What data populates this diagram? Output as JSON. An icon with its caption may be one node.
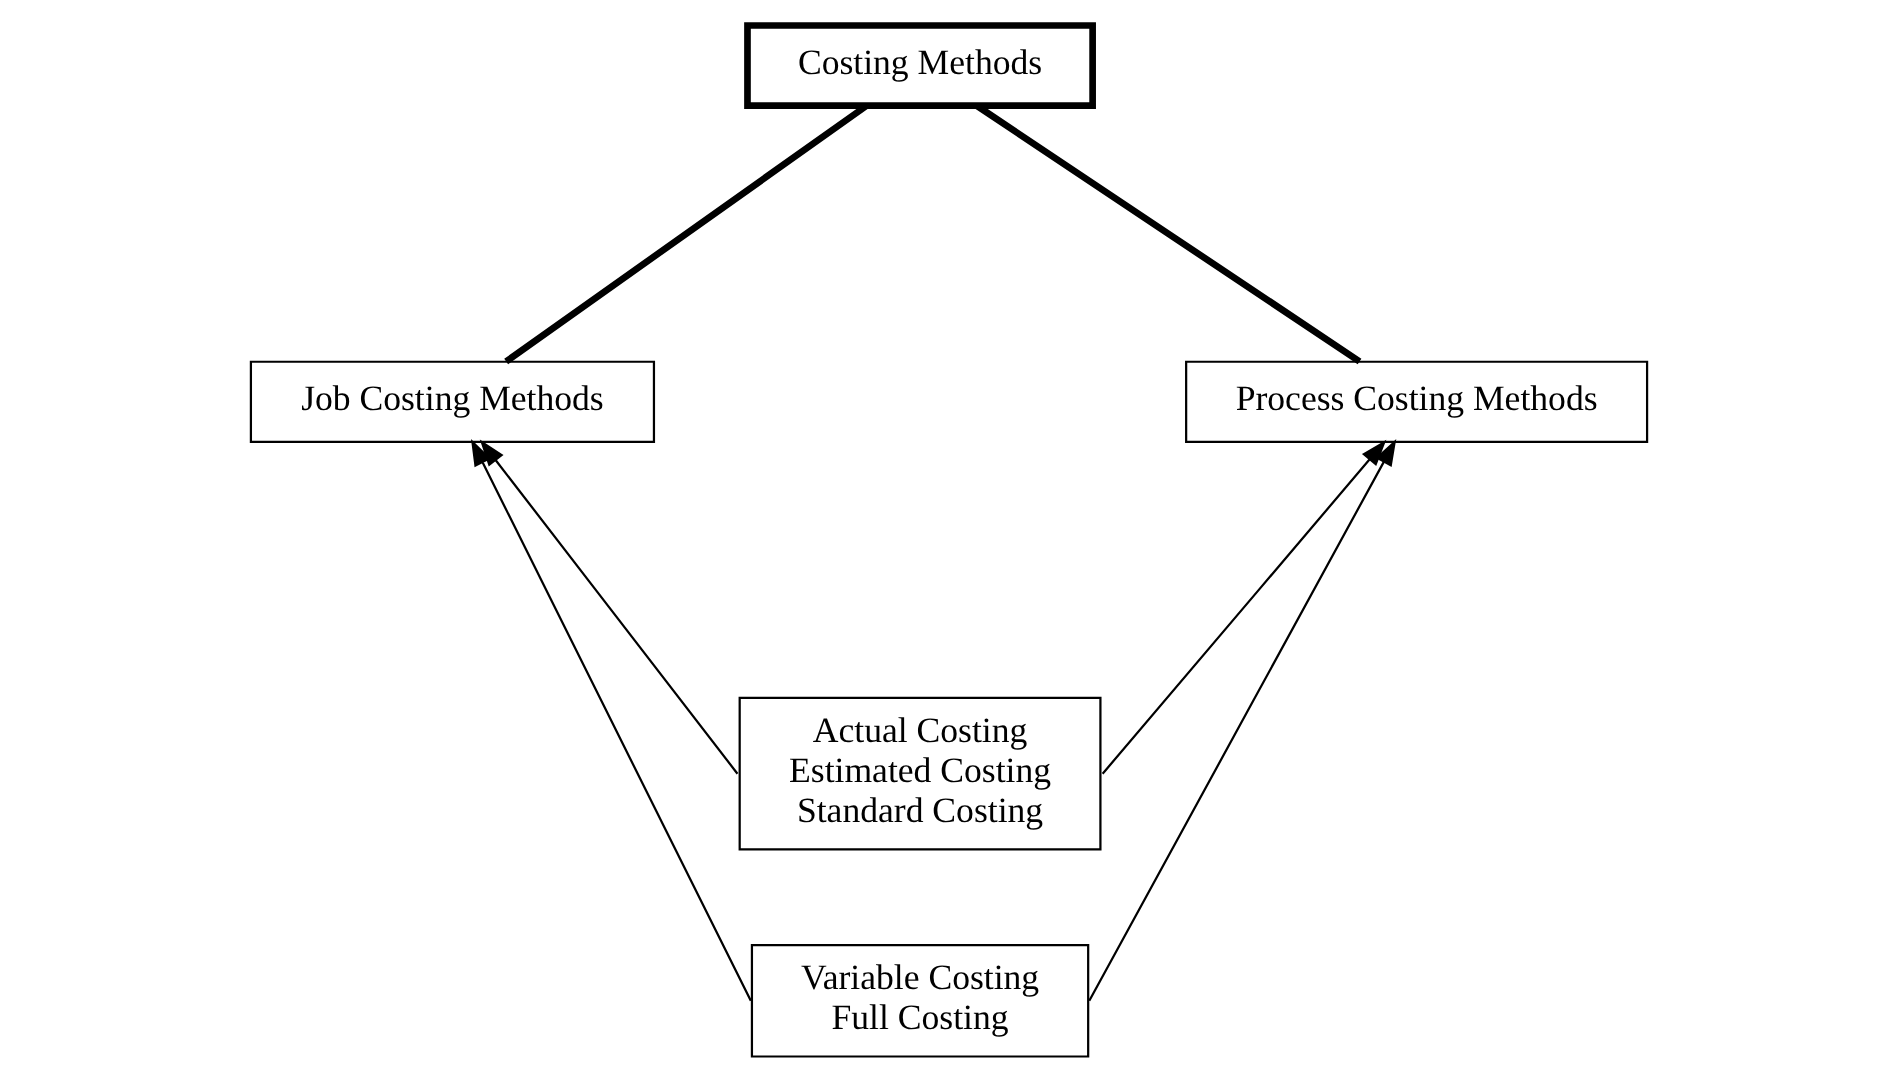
{
  "diagram": {
    "nodes": [
      {
        "text": [
          "Costing Methods"
        ]
      },
      {
        "text": [
          "Job Costing Methods"
        ]
      },
      {
        "text": [
          "Process Costing Methods"
        ]
      },
      {
        "text": [
          "Actual Costing",
          "Estimated Costing",
          "Standard Costing"
        ]
      },
      {
        "text": [
          "Variable Costing",
          "Full Costing"
        ]
      }
    ],
    "edges": [
      {
        "from": 0,
        "to": 1,
        "arrow": "none",
        "style": "thick"
      },
      {
        "from": 0,
        "to": 2,
        "arrow": "none",
        "style": "thick"
      },
      {
        "from": 3,
        "to": 1,
        "arrow": "to"
      },
      {
        "from": 3,
        "to": 2,
        "arrow": "to"
      },
      {
        "from": 4,
        "to": 1,
        "arrow": "to"
      },
      {
        "from": 4,
        "to": 2,
        "arrow": "to"
      }
    ]
  }
}
